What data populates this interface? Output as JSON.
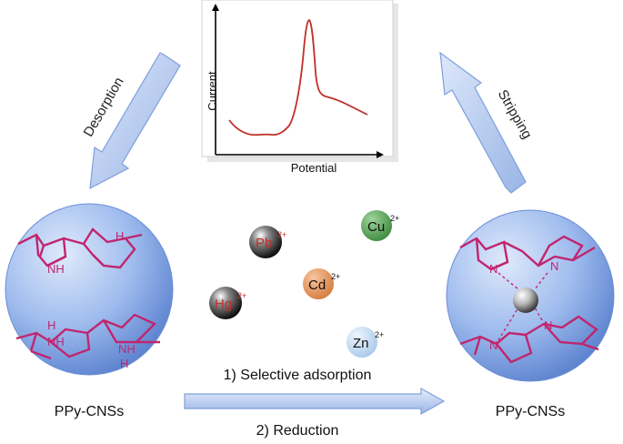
{
  "plot": {
    "ylabel": "Current",
    "xlabel": "Potential"
  },
  "arrows": {
    "left": "Desorption",
    "right": "Stripping",
    "bottom_top": "1) Selective adsorption",
    "bottom_bottom": "2) Reduction"
  },
  "spheres": {
    "left_label": "PPy-CNSs",
    "right_label": "PPy-CNSs"
  },
  "pyrrole": {
    "nh": "NH",
    "h": "H",
    "n": "N"
  },
  "ions": [
    {
      "symbol": "Pb",
      "charge": "2+"
    },
    {
      "symbol": "Cu",
      "charge": "2+"
    },
    {
      "symbol": "Cd",
      "charge": "2+"
    },
    {
      "symbol": "Hg",
      "charge": "2+"
    },
    {
      "symbol": "Zn",
      "charge": "2+"
    }
  ],
  "colors": {
    "sphere": "#8fb0e6",
    "molecule": "#c0266e",
    "curve": "#c0302a",
    "arrow": "#a9c2ec",
    "pb_ion": "#2a2a2a",
    "hg_ion": "#2a2a2a",
    "cu_ion": "#4f9a4e",
    "cd_ion": "#e0915a",
    "zn_ion": "#b8d4ee"
  }
}
